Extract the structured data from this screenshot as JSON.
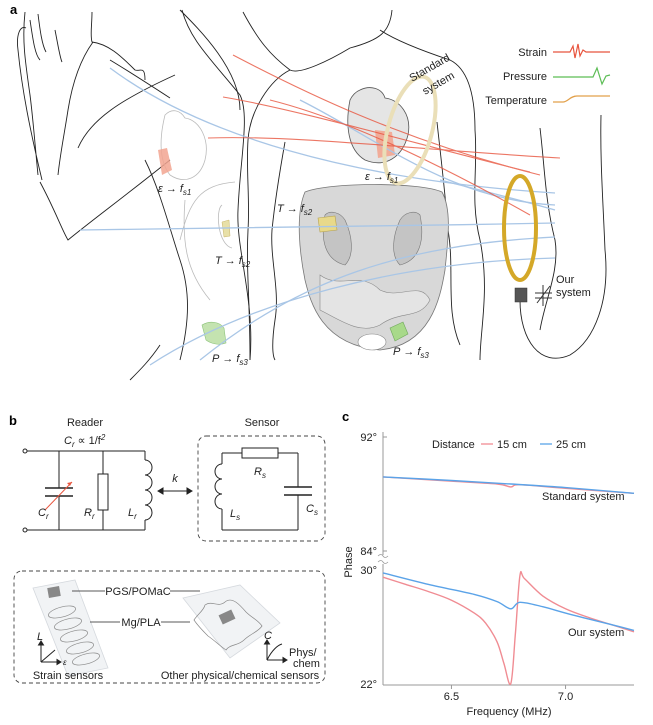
{
  "panel_a": {
    "letter": "a",
    "legend": [
      {
        "label": "Strain",
        "color": "#e8553e"
      },
      {
        "label": "Pressure",
        "color": "#5cbd55"
      },
      {
        "label": "Temperature",
        "color": "#e2a04a"
      }
    ],
    "standard_system_label_1": "Standard",
    "standard_system_label_2": "system",
    "our_system_label_1": "Our",
    "our_system_label_2": "system",
    "mappings": [
      {
        "var": "ε",
        "arrow": "→",
        "f": "f",
        "sub": "s1"
      },
      {
        "var": "ε",
        "arrow": "→",
        "f": "f",
        "sub": "s1"
      },
      {
        "var": "T",
        "arrow": "→",
        "f": "f",
        "sub": "s2"
      },
      {
        "var": "T",
        "arrow": "→",
        "f": "f",
        "sub": "s2"
      },
      {
        "var": "P",
        "arrow": "→",
        "f": "f",
        "sub": "s3"
      },
      {
        "var": "P",
        "arrow": "→",
        "f": "f",
        "sub": "s3"
      }
    ],
    "colors": {
      "field_blue": "#a9c6e6",
      "field_red": "#e8553e",
      "coil_gold": "#d4a828",
      "coil_beige": "#eadfb8"
    }
  },
  "panel_b": {
    "letter": "b",
    "reader_title": "Reader",
    "sensor_title": "Sensor",
    "equation_main": "C",
    "equation_sub": "r",
    "equation_rest": " ∝ 1/f",
    "equation_sup": "2",
    "coupling": "k",
    "components": {
      "Cr": {
        "main": "C",
        "sub": "r"
      },
      "Rr": {
        "main": "R",
        "sub": "r"
      },
      "Lr": {
        "main": "L",
        "sub": "r"
      },
      "Rs": {
        "main": "R",
        "sub": "s"
      },
      "Ls": {
        "main": "L",
        "sub": "s"
      },
      "Cs": {
        "main": "C",
        "sub": "s"
      }
    },
    "materials": {
      "encapsulation": "PGS/POMaC",
      "conductor": "Mg/PLA"
    },
    "strain_axis": {
      "y": "L",
      "x": "ε"
    },
    "other_axis": {
      "y": "C",
      "x1": "Phys/",
      "x2": "chem"
    },
    "strain_caption": "Strain sensors",
    "other_caption": "Other physical/chemical sensors"
  },
  "panel_c": {
    "letter": "c"
  },
  "chart_data": {
    "type": "line",
    "title": "",
    "xlabel": "Frequency (MHz)",
    "ylabel": "Phase",
    "x_ticks": [
      6.5,
      7.0
    ],
    "x_tick_labels": [
      "6.5",
      "7.0"
    ],
    "xlim": [
      6.2,
      7.3
    ],
    "broken_y_axis": true,
    "upper_ylim": [
      84,
      92
    ],
    "lower_ylim": [
      22,
      30
    ],
    "y_tick_labels": [
      "92°",
      "84°",
      "30°",
      "22°"
    ],
    "legend_title": "Distance",
    "legend_position": "top",
    "series": [
      {
        "name": "15 cm",
        "color": "#f08c93",
        "standard_system": {
          "x": [
            6.2,
            6.5,
            6.7,
            6.76,
            6.8,
            7.0,
            7.3
          ],
          "y": [
            89.2,
            88.9,
            88.7,
            88.5,
            88.65,
            88.4,
            88.05
          ]
        },
        "our_system": {
          "x": [
            6.2,
            6.3,
            6.4,
            6.5,
            6.6,
            6.65,
            6.7,
            6.73,
            6.76,
            6.78,
            6.8,
            6.82,
            6.9,
            7.0,
            7.1,
            7.2,
            7.3
          ],
          "y": [
            29.5,
            29.0,
            28.5,
            27.9,
            27.0,
            26.3,
            25.0,
            23.5,
            22.1,
            25.5,
            29.6,
            29.4,
            28.2,
            27.3,
            26.7,
            26.2,
            25.7
          ]
        }
      },
      {
        "name": "25 cm",
        "color": "#5ba3e8",
        "standard_system": {
          "x": [
            6.2,
            6.5,
            6.76,
            7.0,
            7.3
          ],
          "y": [
            89.2,
            88.95,
            88.7,
            88.45,
            88.05
          ]
        },
        "our_system": {
          "x": [
            6.2,
            6.4,
            6.6,
            6.7,
            6.76,
            6.8,
            6.9,
            7.0,
            7.1,
            7.2,
            7.3
          ],
          "y": [
            29.8,
            29.0,
            28.3,
            27.8,
            27.3,
            27.75,
            27.45,
            27.0,
            26.6,
            26.2,
            25.8
          ]
        }
      }
    ],
    "annotations": [
      "Standard system",
      "Our system"
    ]
  }
}
